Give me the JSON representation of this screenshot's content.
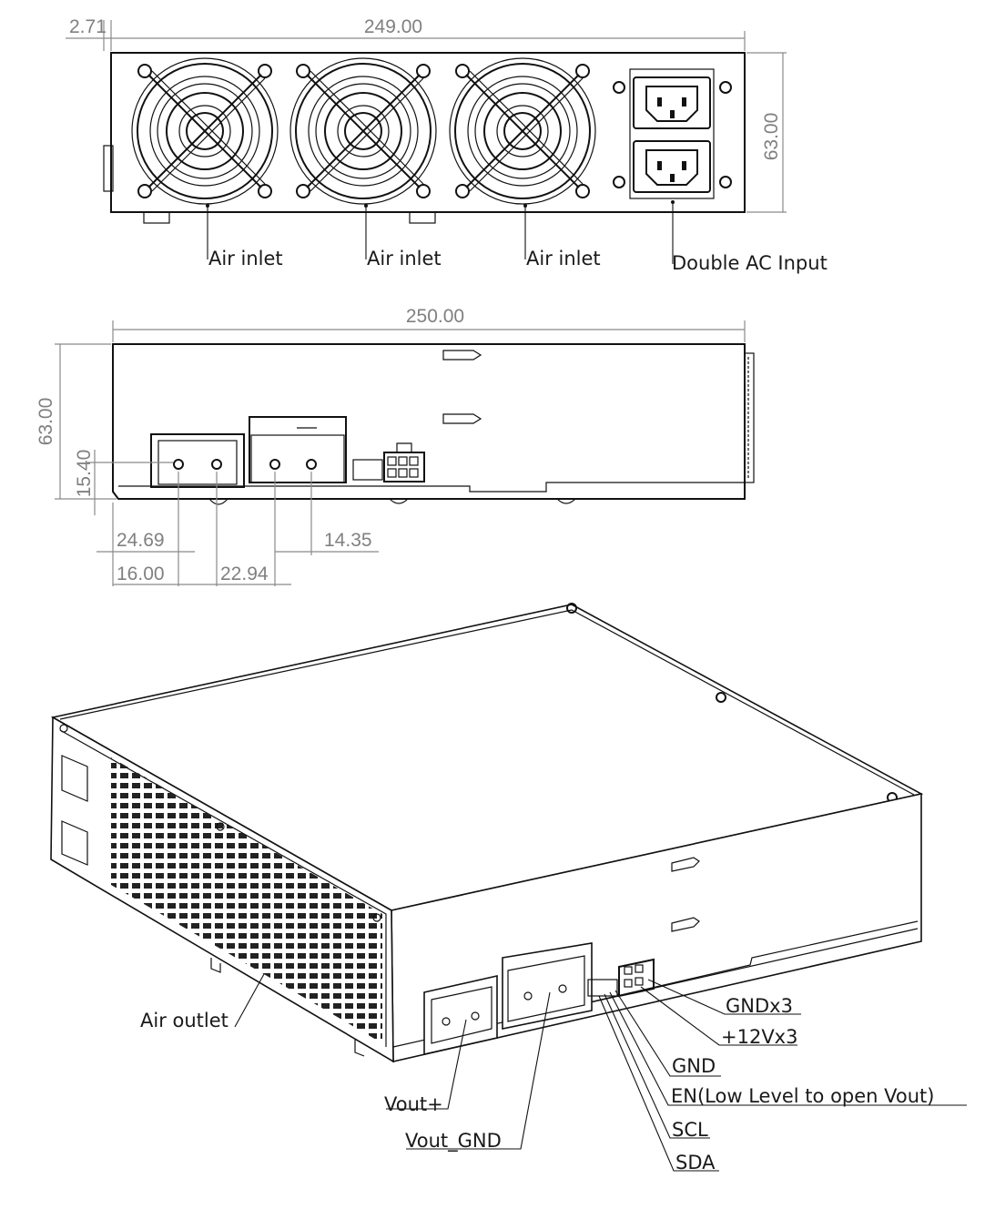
{
  "front_view": {
    "dims": {
      "offset": "2.71",
      "width": "249.00",
      "height": "63.00"
    },
    "labels": {
      "inlet_1": "Air inlet",
      "inlet_2": "Air inlet",
      "inlet_3": "Air inlet",
      "ac_input": "Double AC Input"
    }
  },
  "side_view": {
    "dims": {
      "length": "250.00",
      "height": "63.00",
      "terminal_height": "15.40",
      "d1": "24.69",
      "d2": "16.00",
      "d3": "22.94",
      "d4": "14.35"
    }
  },
  "iso_view": {
    "labels": {
      "air_outlet": "Air outlet",
      "vout_pos": "Vout+",
      "vout_gnd": "Vout_GND",
      "gnd_x3": "GNDx3",
      "v12_x3": "+12Vx3",
      "gnd": "GND",
      "en": "EN(Low Level to open Vout)",
      "scl": "SCL",
      "sda": "SDA"
    }
  }
}
